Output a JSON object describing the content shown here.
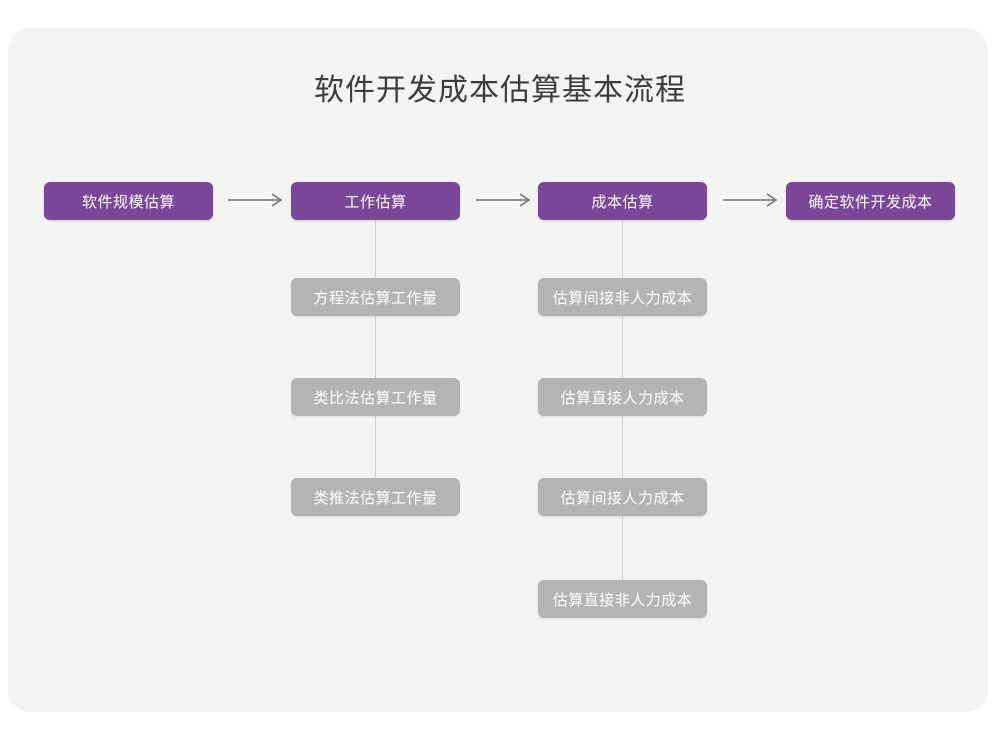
{
  "page": {
    "title": "软件开发成本估算基本流程",
    "background": "#ffffff",
    "card_background": "#f4f4f5"
  },
  "colors": {
    "primary_node": "#7c4798",
    "secondary_node": "#b4b4b6",
    "node_text": "#ffffff",
    "title_text": "#3d3d3d",
    "connector": "#d0d0d2",
    "arrow": "#6e6e6e"
  },
  "chart_data": {
    "type": "diagram",
    "title": "软件开发成本估算基本流程",
    "orientation": "left-to-right with vertical sub-steps",
    "stages": [
      {
        "id": "stage-1",
        "label": "软件规模估算",
        "level": "primary",
        "substeps": []
      },
      {
        "id": "stage-2",
        "label": "工作估算",
        "level": "primary",
        "substeps": [
          {
            "id": "stage-2-sub-1",
            "label": "方程法估算工作量"
          },
          {
            "id": "stage-2-sub-2",
            "label": "类比法估算工作量"
          },
          {
            "id": "stage-2-sub-3",
            "label": "类推法估算工作量"
          }
        ]
      },
      {
        "id": "stage-3",
        "label": "成本估算",
        "level": "primary",
        "substeps": [
          {
            "id": "stage-3-sub-1",
            "label": "估算间接非人力成本"
          },
          {
            "id": "stage-3-sub-2",
            "label": "估算直接人力成本"
          },
          {
            "id": "stage-3-sub-3",
            "label": "估算间接人力成本"
          },
          {
            "id": "stage-3-sub-4",
            "label": "估算直接非人力成本"
          }
        ]
      },
      {
        "id": "stage-4",
        "label": "确定软件开发成本",
        "level": "primary",
        "substeps": []
      }
    ],
    "connectors": [
      {
        "from": "stage-1",
        "to": "stage-2",
        "type": "arrow-right"
      },
      {
        "from": "stage-2",
        "to": "stage-3",
        "type": "arrow-right"
      },
      {
        "from": "stage-3",
        "to": "stage-4",
        "type": "arrow-right"
      },
      {
        "from": "stage-2",
        "to": "stage-2-sub-1",
        "type": "line-vertical"
      },
      {
        "from": "stage-2-sub-1",
        "to": "stage-2-sub-2",
        "type": "line-vertical"
      },
      {
        "from": "stage-2-sub-2",
        "to": "stage-2-sub-3",
        "type": "line-vertical"
      },
      {
        "from": "stage-3",
        "to": "stage-3-sub-1",
        "type": "line-vertical"
      },
      {
        "from": "stage-3-sub-1",
        "to": "stage-3-sub-2",
        "type": "line-vertical"
      },
      {
        "from": "stage-3-sub-2",
        "to": "stage-3-sub-3",
        "type": "line-vertical"
      },
      {
        "from": "stage-3-sub-3",
        "to": "stage-3-sub-4",
        "type": "line-vertical"
      }
    ]
  }
}
